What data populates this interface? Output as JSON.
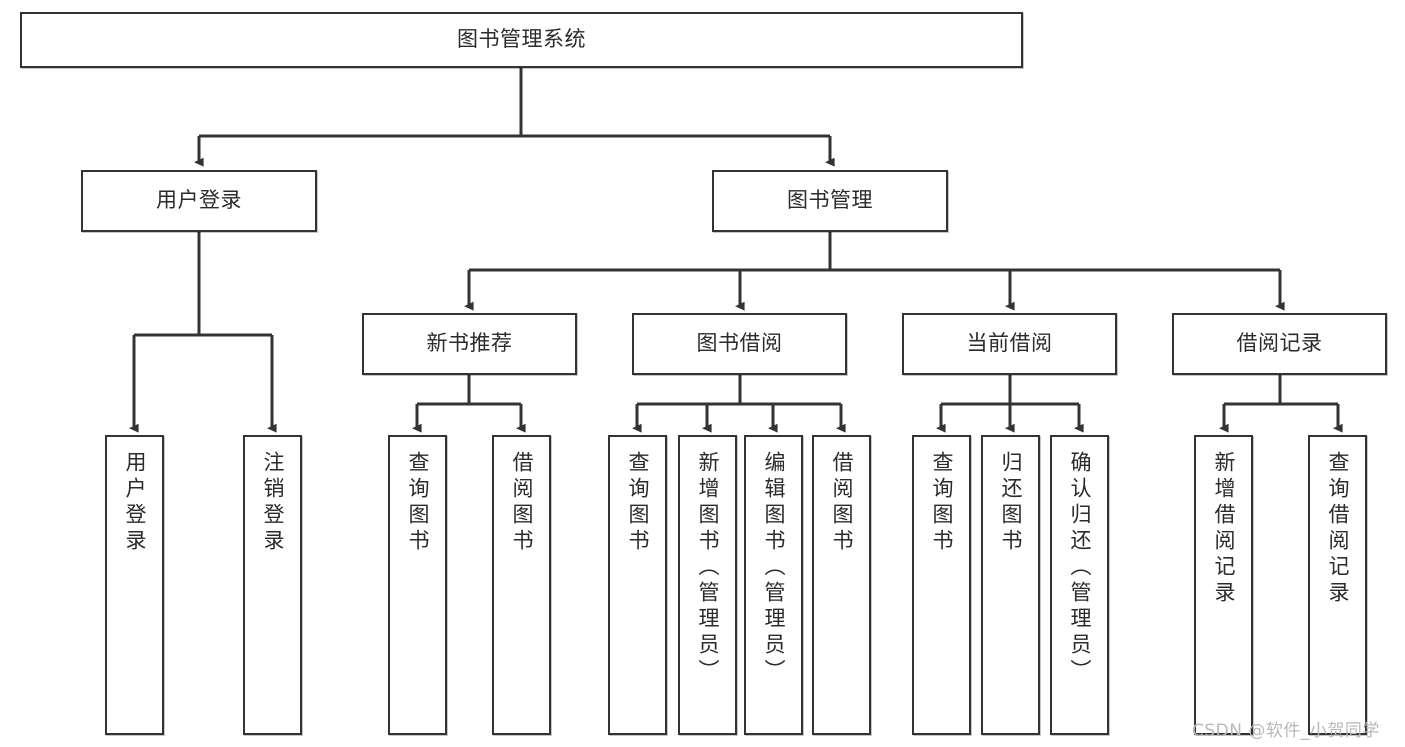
{
  "diagram": {
    "type": "hierarchy-tree",
    "title": "图书管理系统",
    "orientation": "top-down",
    "colors": {
      "box_border": "#333333",
      "box_fill": "#ffffff",
      "edge": "#333333",
      "text": "#2b2b2b",
      "watermark": "#b9b9b9"
    },
    "nodes": {
      "root": {
        "label": "图书管理系统",
        "level": 0
      },
      "user_login": {
        "label": "用户登录",
        "level": 1
      },
      "book_manage": {
        "label": "图书管理",
        "level": 1
      },
      "new_book_rec": {
        "label": "新书推荐",
        "level": 2
      },
      "book_borrow": {
        "label": "图书借阅",
        "level": 2
      },
      "current_borrow": {
        "label": "当前借阅",
        "level": 2
      },
      "borrow_record": {
        "label": "借阅记录",
        "level": 2
      },
      "leaf_user_login": {
        "label": "用户登录",
        "level": 3
      },
      "leaf_logout": {
        "label": "注销登录",
        "level": 3
      },
      "leaf_query_book_1": {
        "label": "查询图书",
        "level": 3
      },
      "leaf_borrow_book_1": {
        "label": "借阅图书",
        "level": 3
      },
      "leaf_query_book_2": {
        "label": "查询图书",
        "level": 3
      },
      "leaf_add_book": {
        "label": "新增图书（管理员）",
        "level": 3
      },
      "leaf_edit_book": {
        "label": "编辑图书（管理员）",
        "level": 3
      },
      "leaf_borrow_book_2": {
        "label": "借阅图书",
        "level": 3
      },
      "leaf_query_book_3": {
        "label": "查询图书",
        "level": 3
      },
      "leaf_return_book": {
        "label": "归还图书",
        "level": 3
      },
      "leaf_confirm_return": {
        "label": "确认归还（管理员）",
        "level": 3
      },
      "leaf_add_record": {
        "label": "新增借阅记录",
        "level": 3
      },
      "leaf_query_record": {
        "label": "查询借阅记录",
        "level": 3
      }
    },
    "edges": [
      {
        "from": "root",
        "to": "user_login"
      },
      {
        "from": "root",
        "to": "book_manage"
      },
      {
        "from": "user_login",
        "to": "leaf_user_login"
      },
      {
        "from": "user_login",
        "to": "leaf_logout"
      },
      {
        "from": "book_manage",
        "to": "new_book_rec"
      },
      {
        "from": "book_manage",
        "to": "book_borrow"
      },
      {
        "from": "book_manage",
        "to": "current_borrow"
      },
      {
        "from": "book_manage",
        "to": "borrow_record"
      },
      {
        "from": "new_book_rec",
        "to": "leaf_query_book_1"
      },
      {
        "from": "new_book_rec",
        "to": "leaf_borrow_book_1"
      },
      {
        "from": "book_borrow",
        "to": "leaf_query_book_2"
      },
      {
        "from": "book_borrow",
        "to": "leaf_add_book"
      },
      {
        "from": "book_borrow",
        "to": "leaf_edit_book"
      },
      {
        "from": "book_borrow",
        "to": "leaf_borrow_book_2"
      },
      {
        "from": "current_borrow",
        "to": "leaf_query_book_3"
      },
      {
        "from": "current_borrow",
        "to": "leaf_return_book"
      },
      {
        "from": "current_borrow",
        "to": "leaf_confirm_return"
      },
      {
        "from": "borrow_record",
        "to": "leaf_add_record"
      },
      {
        "from": "borrow_record",
        "to": "leaf_query_record"
      }
    ]
  },
  "watermark": {
    "text": "CSDN @软件_小贺同学"
  }
}
